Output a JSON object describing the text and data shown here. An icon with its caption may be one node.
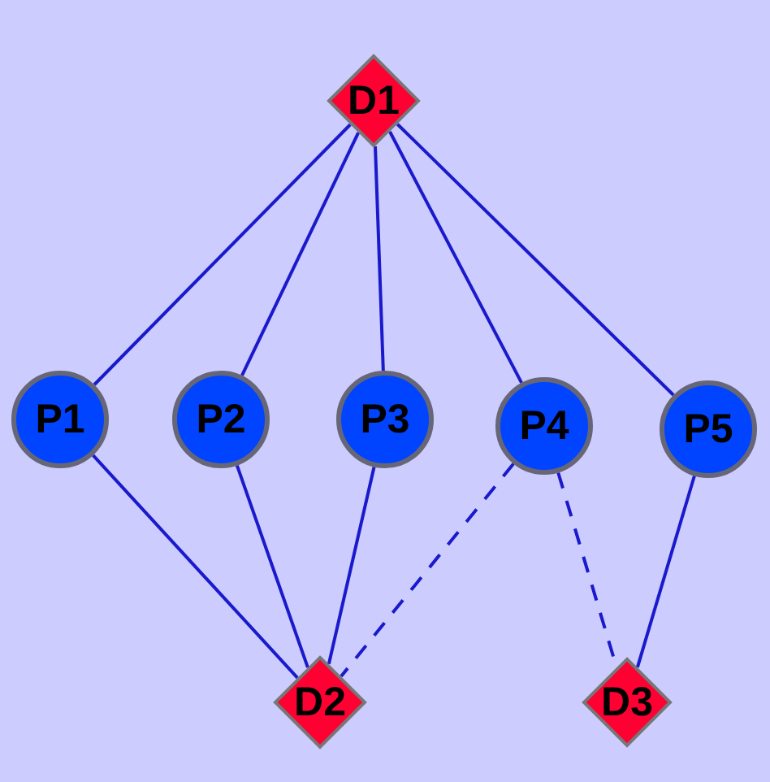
{
  "diagram": {
    "nodes": [
      {
        "text": [
          "D1"
        ]
      },
      {
        "text": [
          "P1"
        ]
      },
      {
        "text": [
          "P2"
        ]
      },
      {
        "text": [
          "P3"
        ]
      },
      {
        "text": [
          "P4"
        ]
      },
      {
        "text": [
          "P5"
        ]
      },
      {
        "text": [
          "D2"
        ]
      },
      {
        "text": [
          "D3"
        ]
      }
    ],
    "edges": [
      {
        "from": 0,
        "to": 1,
        "arrow": "none"
      },
      {
        "from": 0,
        "to": 2,
        "arrow": "none"
      },
      {
        "from": 0,
        "to": 3,
        "arrow": "none"
      },
      {
        "from": 0,
        "to": 4,
        "arrow": "none"
      },
      {
        "from": 0,
        "to": 5,
        "arrow": "none"
      },
      {
        "from": 1,
        "to": 6,
        "arrow": "none"
      },
      {
        "from": 2,
        "to": 6,
        "arrow": "none"
      },
      {
        "from": 3,
        "to": 6,
        "arrow": "none"
      },
      {
        "from": 4,
        "to": 6,
        "arrow": "none",
        "style": "dashed"
      },
      {
        "from": 4,
        "to": 7,
        "arrow": "none",
        "style": "dashed"
      },
      {
        "from": 5,
        "to": 7,
        "arrow": "none"
      }
    ]
  }
}
